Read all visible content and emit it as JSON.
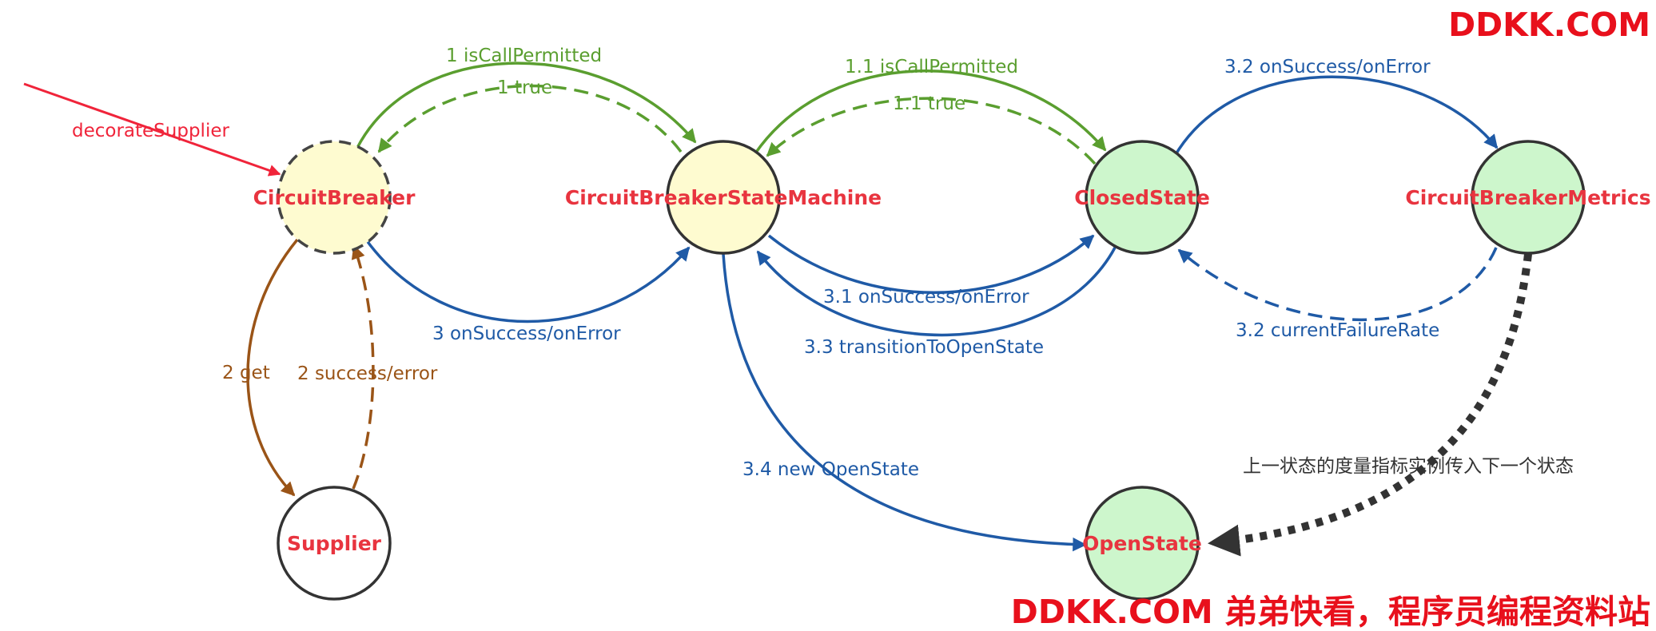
{
  "colors": {
    "green": "#5a9e2f",
    "blue": "#1f5aa6",
    "brown": "#9a5417",
    "red": "#f0243a",
    "node_yellow": "#fefbd0",
    "node_green": "#cdf6cc",
    "node_white": "#ffffff"
  },
  "nodes": {
    "circuit_breaker": "CircuitBreaker",
    "state_machine": "CircuitBreakerStateMachine",
    "closed_state": "ClosedState",
    "metrics": "CircuitBreakerMetrics",
    "supplier": "Supplier",
    "open_state": "OpenState"
  },
  "edges": {
    "decorate_supplier": "decorateSupplier",
    "is_call_permitted_1": "1 isCallPermitted",
    "true_1": "1 true",
    "is_call_permitted_1_1": "1.1 isCallPermitted",
    "true_1_1": "1.1 true",
    "on_success_3_2": "3.2 onSuccess/onError",
    "get_2": "2 get",
    "success_error_2": "2 success/error",
    "on_success_3": "3 onSuccess/onError",
    "on_success_3_1": "3.1 onSuccess/onError",
    "transition_3_3": "3.3 transitionToOpenState",
    "failure_rate_3_2": "3.2 currentFailureRate",
    "new_open_state_3_4": "3.4 new OpenState"
  },
  "note": "上一状态的度量指标实例传入下一个状态",
  "watermark": {
    "top": "DDKK.COM",
    "bottom": "DDKK.COM 弟弟快看，程序员编程资料站"
  }
}
